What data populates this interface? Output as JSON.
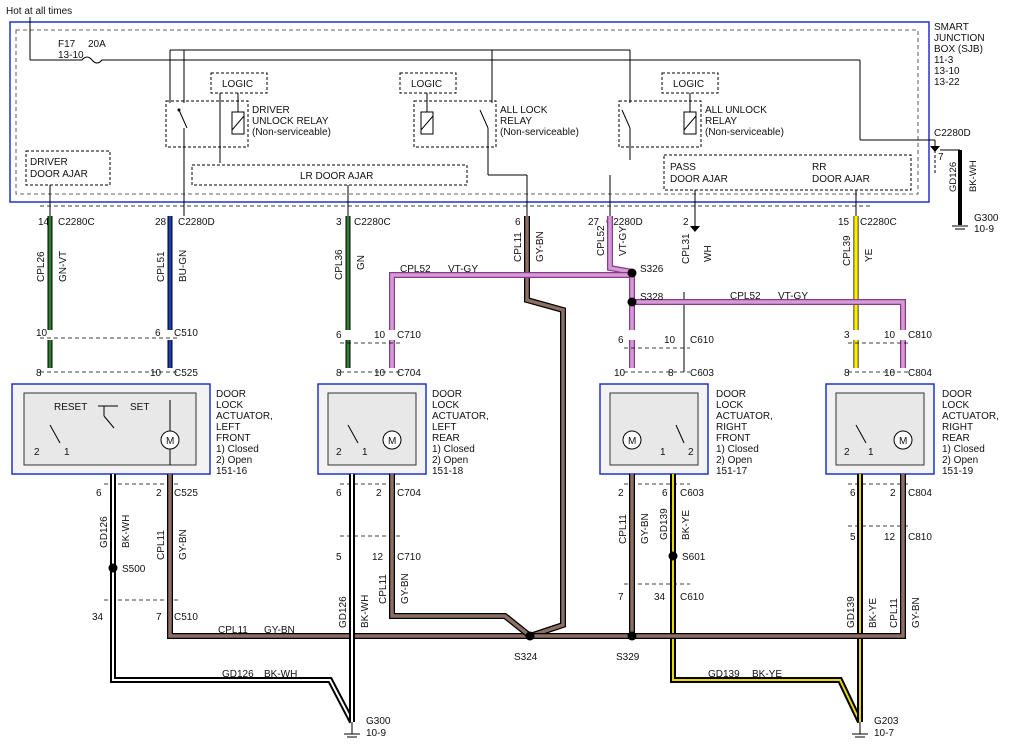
{
  "hot_label": "Hot at all times",
  "fuse": {
    "id": "F17",
    "rating": "20A",
    "ref": "13-10"
  },
  "sjb": {
    "lines": [
      "SMART",
      "JUNCTION",
      "BOX (SJB)",
      "11-3",
      "13-10",
      "13-22"
    ]
  },
  "relays": [
    {
      "lines": [
        "DRIVER",
        "UNLOCK RELAY",
        "(Non-serviceable)"
      ],
      "logic": "LOGIC"
    },
    {
      "lines": [
        "ALL LOCK",
        "RELAY",
        "(Non-serviceable)"
      ],
      "logic": "LOGIC"
    },
    {
      "lines": [
        "ALL UNLOCK",
        "RELAY",
        "(Non-serviceable)"
      ],
      "logic": "LOGIC"
    }
  ],
  "ajar": {
    "driver": [
      "DRIVER",
      "DOOR AJAR"
    ],
    "lr": "LR DOOR AJAR",
    "pass": [
      "PASS",
      "DOOR AJAR"
    ],
    "rr": [
      "RR",
      "DOOR AJAR"
    ]
  },
  "sjb_pins": [
    {
      "pin": "14",
      "conn": "C2280C"
    },
    {
      "pin": "28",
      "conn": "C2280D"
    },
    {
      "pin": "3",
      "conn": "C2280C"
    },
    {
      "pin": "6",
      "conn": ""
    },
    {
      "pin": "27",
      "conn": "C2280D"
    },
    {
      "pin": "2",
      "conn": ""
    },
    {
      "pin": "15",
      "conn": "C2280C"
    }
  ],
  "ground_top": {
    "conn": "C2280D",
    "pin": "7",
    "circuit": "GD126",
    "color": "BK-WH",
    "ground": "G300",
    "ref": "10-9"
  },
  "wires": {
    "cpl26": {
      "circuit": "CPL26",
      "color": "GN-VT"
    },
    "cpl51": {
      "circuit": "CPL51",
      "color": "BU-GN"
    },
    "cpl36": {
      "circuit": "CPL36",
      "color": "GN"
    },
    "cpl11_top": {
      "circuit": "CPL11",
      "color": "GY-BN"
    },
    "cpl52_top": {
      "circuit": "CPL52",
      "color": "VT-GY"
    },
    "cpl31": {
      "circuit": "CPL31",
      "color": "WH"
    },
    "cpl39": {
      "circuit": "CPL39",
      "color": "YE"
    },
    "cpl52_a": {
      "circuit": "CPL52",
      "color": "VT-GY"
    },
    "cpl52_b": {
      "circuit": "CPL52",
      "color": "VT-GY"
    },
    "gd126_lf": {
      "circuit": "GD126",
      "color": "BK-WH"
    },
    "cpl11_lf": {
      "circuit": "CPL11",
      "color": "GY-BN"
    },
    "gd126_lr": {
      "circuit": "GD126",
      "color": "BK-WH"
    },
    "cpl11_lr": {
      "circuit": "CPL11",
      "color": "GY-BN"
    },
    "cpl11_rf": {
      "circuit": "CPL11",
      "color": "GY-BN"
    },
    "gd139_rf": {
      "circuit": "GD139",
      "color": "BK-YE"
    },
    "gd139_rr": {
      "circuit": "GD139",
      "color": "BK-YE"
    },
    "cpl11_rr": {
      "circuit": "CPL11",
      "color": "GY-BN"
    },
    "cpl11_bus": {
      "circuit": "CPL11",
      "color": "GY-BN"
    },
    "gd126_bus": {
      "circuit": "GD126",
      "color": "BK-WH"
    },
    "gd139_bus": {
      "circuit": "GD139",
      "color": "BK-YE"
    }
  },
  "splices": [
    "S326",
    "S328",
    "S324",
    "S329",
    "S500",
    "S601"
  ],
  "grounds": [
    {
      "id": "G300",
      "ref": "10-9"
    },
    {
      "id": "G203",
      "ref": "10-7"
    }
  ],
  "actuators": [
    {
      "lines": [
        "DOOR",
        "LOCK",
        "ACTUATOR,",
        "LEFT",
        "FRONT",
        "1) Closed",
        "2) Open",
        "151-16"
      ],
      "reset": "RESET",
      "set": "SET"
    },
    {
      "lines": [
        "DOOR",
        "LOCK",
        "ACTUATOR,",
        "LEFT",
        "REAR",
        "1) Closed",
        "2) Open",
        "151-18"
      ]
    },
    {
      "lines": [
        "DOOR",
        "LOCK",
        "ACTUATOR,",
        "RIGHT",
        "FRONT",
        "1) Closed",
        "2) Open",
        "151-17"
      ]
    },
    {
      "lines": [
        "DOOR",
        "LOCK",
        "ACTUATOR,",
        "RIGHT",
        "REAR",
        "1) Closed",
        "2) Open",
        "151-19"
      ]
    }
  ],
  "motor": "M",
  "connectors": {
    "c510_a": {
      "pin_l": "10",
      "pin_r": "6",
      "conn": "C510"
    },
    "c525_a": {
      "pin_l": "8",
      "pin_r": "10",
      "conn": "C525"
    },
    "c710_a": {
      "pin_l": "6",
      "pin_r": "10",
      "conn": "C710"
    },
    "c704_a": {
      "pin_l": "8",
      "pin_r": "10",
      "conn": "C704"
    },
    "c610_a": {
      "pin_l": "6",
      "pin_r": "10",
      "conn": "C610"
    },
    "c603_a": {
      "pin_l": "10",
      "pin_r": "8",
      "conn": "C603"
    },
    "c810_a": {
      "pin_l": "3",
      "pin_r": "10",
      "conn": "C810"
    },
    "c804_a": {
      "pin_l": "8",
      "pin_r": "10",
      "conn": "C804"
    },
    "c525_b": {
      "pin_l": "6",
      "pin_r": "2",
      "conn": "C525"
    },
    "c510_b": {
      "pin_l": "34",
      "pin_r": "7",
      "conn": "C510"
    },
    "c704_b": {
      "pin_l": "6",
      "pin_r": "2",
      "conn": "C704"
    },
    "c710_b": {
      "pin_l": "5",
      "pin_r": "12",
      "conn": "C710"
    },
    "c603_b": {
      "pin_l": "2",
      "pin_r": "6",
      "conn": "C603"
    },
    "c610_b": {
      "pin_l": "7",
      "pin_r": "34",
      "conn": "C610"
    },
    "c804_b": {
      "pin_l": "6",
      "pin_r": "2",
      "conn": "C804"
    },
    "c810_b": {
      "pin_l": "5",
      "pin_r": "12",
      "conn": "C810"
    }
  },
  "switch_pins": [
    "2",
    "1"
  ]
}
